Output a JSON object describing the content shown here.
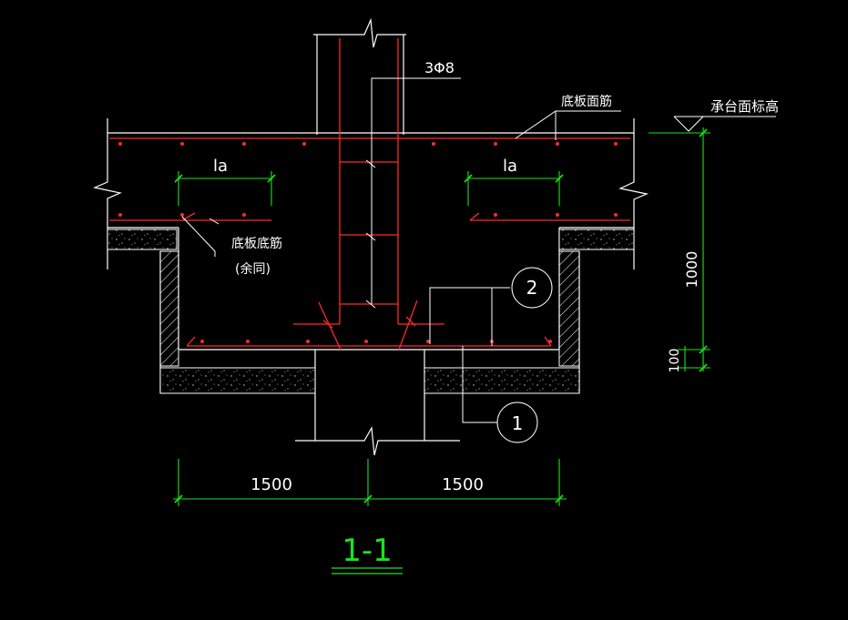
{
  "labels": {
    "rebar_3phi8": "3Φ8",
    "slab_top_rebar": "底板面筋",
    "cap_top_elevation": "承台面标高",
    "la_left": "la",
    "la_right": "la",
    "slab_bottom_rebar": "底板底筋",
    "same_elsewhere": "(余同)",
    "callout_2": "2",
    "callout_1": "1"
  },
  "dimensions": {
    "height_1000": "1000",
    "height_100": "100",
    "width_left": "1500",
    "width_right": "1500"
  },
  "section_title": "1-1",
  "colors": {
    "background": "#000000",
    "line": "#ffffff",
    "rebar": "#ff2a2a",
    "dimension": "#19e619",
    "text": "#ffffff"
  }
}
